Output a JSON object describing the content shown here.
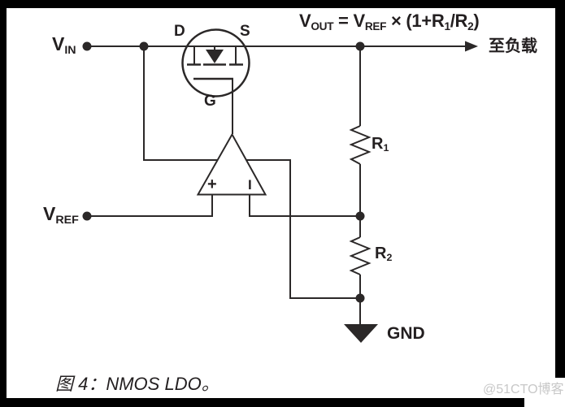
{
  "figure": {
    "caption": "图 4：NMOS LDO。",
    "watermark": "@51CTO博客"
  },
  "colors": {
    "ink": "#2b2828",
    "text": "#231f20",
    "border": "#000000",
    "watermark": "#c8c8c8"
  },
  "sources": {
    "vin": {
      "base": "V",
      "sub": "IN"
    },
    "vref": {
      "base": "V",
      "sub": "REF"
    }
  },
  "mosfet": {
    "drain": "D",
    "source": "S",
    "gate": "G"
  },
  "opamp": {
    "noninverting": "+",
    "inverting": "I"
  },
  "formula": {
    "lhs": "V",
    "lhs_sub": "OUT",
    "eq": " = ",
    "ref": "V",
    "ref_sub": "REF",
    "mul": " × (1+R",
    "r1_sub": "1",
    "div": "/R",
    "r2_sub": "2",
    "close": ")"
  },
  "output": {
    "to_load": "至负载"
  },
  "resistors": {
    "r1": {
      "base": "R",
      "sub": "1"
    },
    "r2": {
      "base": "R",
      "sub": "2"
    }
  },
  "ground": {
    "label": "GND"
  }
}
